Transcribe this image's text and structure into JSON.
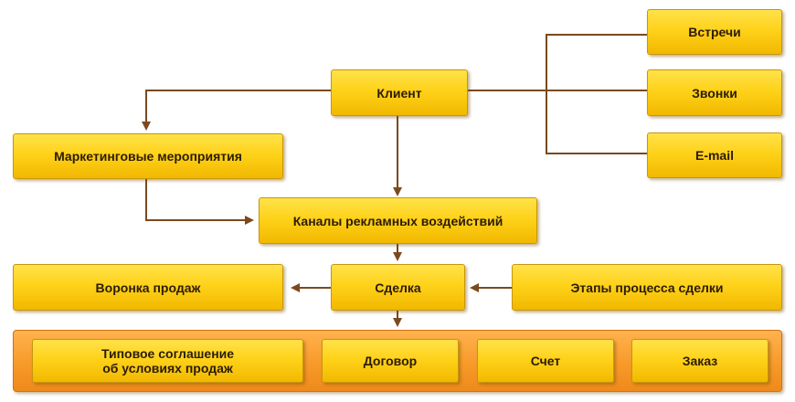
{
  "nodes": {
    "client": "Клиент",
    "meetings": "Встречи",
    "calls": "Звонки",
    "email": "E-mail",
    "marketing_events": "Маркетинговые мероприятия",
    "ad_channels": "Каналы рекламных воздействий",
    "sales_funnel": "Воронка продаж",
    "deal": "Сделка",
    "deal_stages": "Этапы процесса сделки"
  },
  "documents_group": {
    "items": [
      "Типовое соглашение\nоб условиях продаж",
      "Договор",
      "Счет",
      "Заказ"
    ]
  },
  "colors": {
    "node_fill": "#ffd21a",
    "node_border": "#c7960d",
    "group_fill": "#f79a2a",
    "connector": "#7a4a1e"
  }
}
